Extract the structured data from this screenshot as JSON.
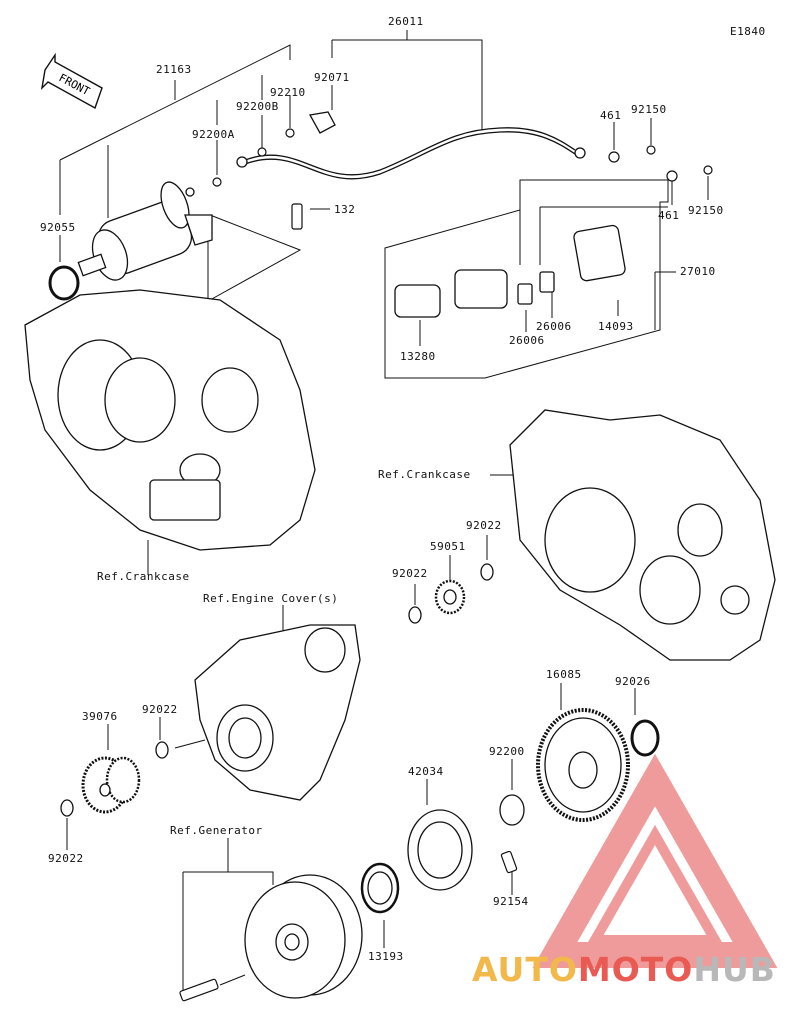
{
  "diagram": {
    "code": "E1840",
    "front_label": "FRONT",
    "parts": {
      "p26011": "26011",
      "p21163": "21163",
      "p92071": "92071",
      "p92210": "92210",
      "p92200B": "92200B",
      "p92200A": "92200A",
      "p461a": "461",
      "p92150a": "92150",
      "p92055": "92055",
      "p132": "132",
      "p461b": "461",
      "p92150b": "92150",
      "p27010": "27010",
      "p26006a": "26006",
      "p26006b": "26006",
      "p14093": "14093",
      "p13280": "13280",
      "p92022a": "92022",
      "p59051": "59051",
      "p92022b": "92022",
      "p16085": "16085",
      "p92026": "92026",
      "p39076": "39076",
      "p92022c": "92022",
      "p92200": "92200",
      "p42034": "42034",
      "p92022d": "92022",
      "p92154": "92154",
      "p13193": "13193"
    },
    "refs": {
      "crankcase_left": "Ref.Crankcase",
      "crankcase_right": "Ref.Crankcase",
      "engine_cover": "Ref.Engine Cover(s)",
      "generator": "Ref.Generator"
    }
  },
  "watermark": {
    "part1": "AUTO",
    "part2": "MOTO",
    "part3": "HUB",
    "color_auto": "#f2b84a",
    "color_moto": "#e85a52",
    "color_hub": "#b8b8b8"
  }
}
